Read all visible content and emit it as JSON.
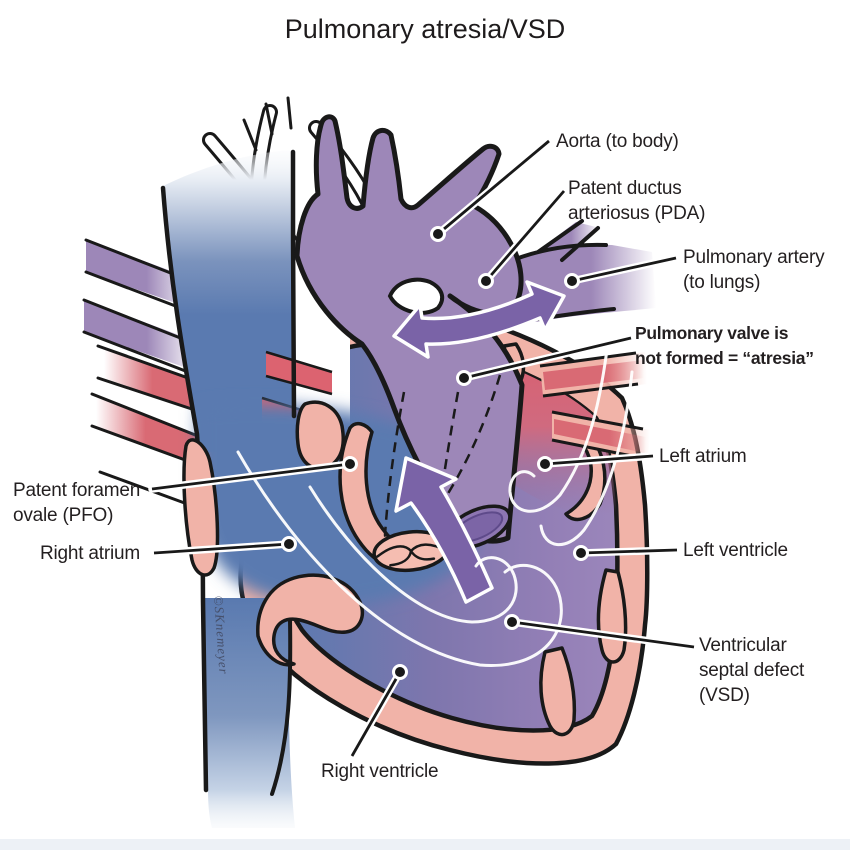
{
  "title": "Pulmonary atresia/VSD",
  "signature": "©SKnemeyer",
  "colors": {
    "venous_blue": "#5a7ab0",
    "oxygen_red": "#dc6370",
    "wall_pink": "#f1b3a8",
    "aorta_purple": "#9d87b8",
    "arrow_purple": "#7a63a7",
    "outline": "#191919",
    "text": "#231f20",
    "footer_strip": "#edf1f6"
  },
  "labels": {
    "aorta": "Aorta (to body)",
    "pda": "Patent ductus\narteriosus (PDA)",
    "pulmonary_artery": "Pulmonary artery\n(to lungs)",
    "pulmonary_valve": "Pulmonary valve is\nnot formed = “atresia”",
    "left_atrium": "Left atrium",
    "left_ventricle": "Left ventricle",
    "vsd": "Ventricular\nseptal defect\n(VSD)",
    "right_ventricle": "Right ventricle",
    "pfo": "Patent foramen\novale (PFO)",
    "right_atrium": "Right atrium"
  }
}
